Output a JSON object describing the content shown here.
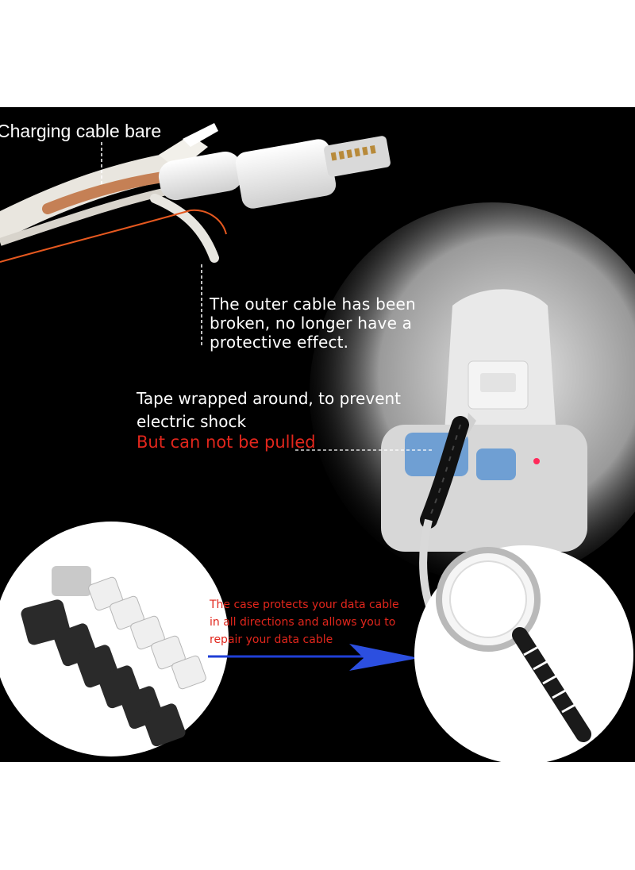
{
  "labels": {
    "charging_bare": "Charging cable bare",
    "outer_broken_line1": "The outer cable has been",
    "outer_broken_line2": "broken, no longer have a",
    "outer_broken_line3": "protective effect.",
    "tape_line1": "Tape wrapped around, to prevent",
    "tape_line2": "electric shock",
    "cannot_pull": "But can not be pulled",
    "protect_line1": "The case protects your data cable",
    "protect_line2": "in all directions and allows you to",
    "protect_line3": "repair your data cable"
  },
  "colors": {
    "background": "#000000",
    "page": "#ffffff",
    "white_text": "#ffffff",
    "red_text": "#e1261c",
    "arrow": "#1f3fd6",
    "cable_highlight": "#e5581f"
  },
  "icons": {
    "arrow": "arrow-right-icon",
    "magnifier": "magnifier-icon"
  }
}
